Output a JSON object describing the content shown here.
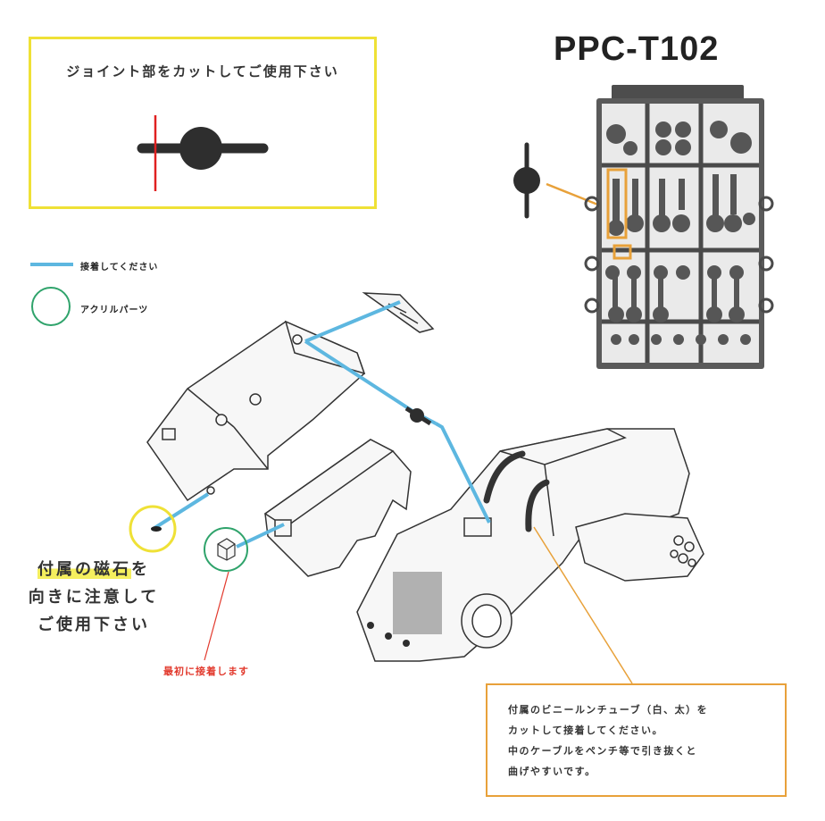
{
  "joint_box": {
    "title": "ジョイント部をカットしてご使用下さい"
  },
  "product_code": "PPC-T102",
  "legend": {
    "glue_label": "接着してください",
    "acrylic_label": "アクリルパーツ"
  },
  "magnet_note": {
    "line1_highlight": "付属の磁石",
    "line1_rest": "を",
    "line2": "向きに注意して",
    "line3": "ご使用下さい"
  },
  "first_glue_label": "最初に接着します",
  "tube_note": {
    "line1": "付属のビニールンチューブ（白、太）を",
    "line2": "カットして接着してください。",
    "line3": "中のケーブルをペンチ等で引き抜くと",
    "line4": "曲げやすいです。"
  },
  "colors": {
    "glue_line": "#5db7e0",
    "acrylic_circle": "#2fa36b",
    "magnet_circle": "#efe136",
    "highlight_box": "#e8a13a",
    "cut_line": "#e02020",
    "first_glue_text": "#e23a2e",
    "tube_arc": "#333333"
  }
}
